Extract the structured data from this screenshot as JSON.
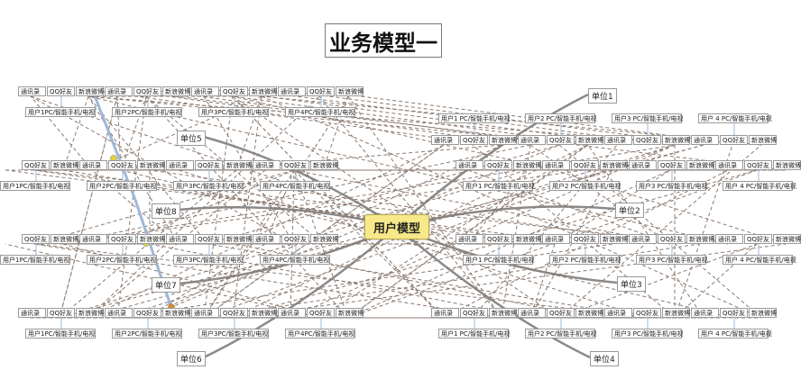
{
  "title": "业务模型一",
  "center": "用户模型",
  "units": [
    "单位1",
    "单位2",
    "单位3",
    "单位4",
    "单位5",
    "单位6",
    "单位7",
    "单位8"
  ],
  "chip_labels": [
    "通讯录",
    "QQ好友",
    "新浪微博"
  ],
  "user_groups": [
    "用户1PC/智能手机/电视",
    "用户2PC/智能手机/电视",
    "用户3PC/智能手机/电视",
    "用户4PC/智能手机/电视"
  ],
  "user_groups_right": [
    "用户1 PC/智能手机/电视",
    "用户2 PC/智能手机/电视",
    "用户3 PC/智能手机/电视",
    "用户 4 PC/智能手机/电视"
  ],
  "colors": {
    "center_fill": "#f7e98a",
    "branch": "#8a8a8a",
    "dashed_link": "#8b7a70",
    "blue_link": "#9db8d8",
    "marker_orange": "#e08a2c",
    "marker_yellow": "#e6d23a"
  }
}
